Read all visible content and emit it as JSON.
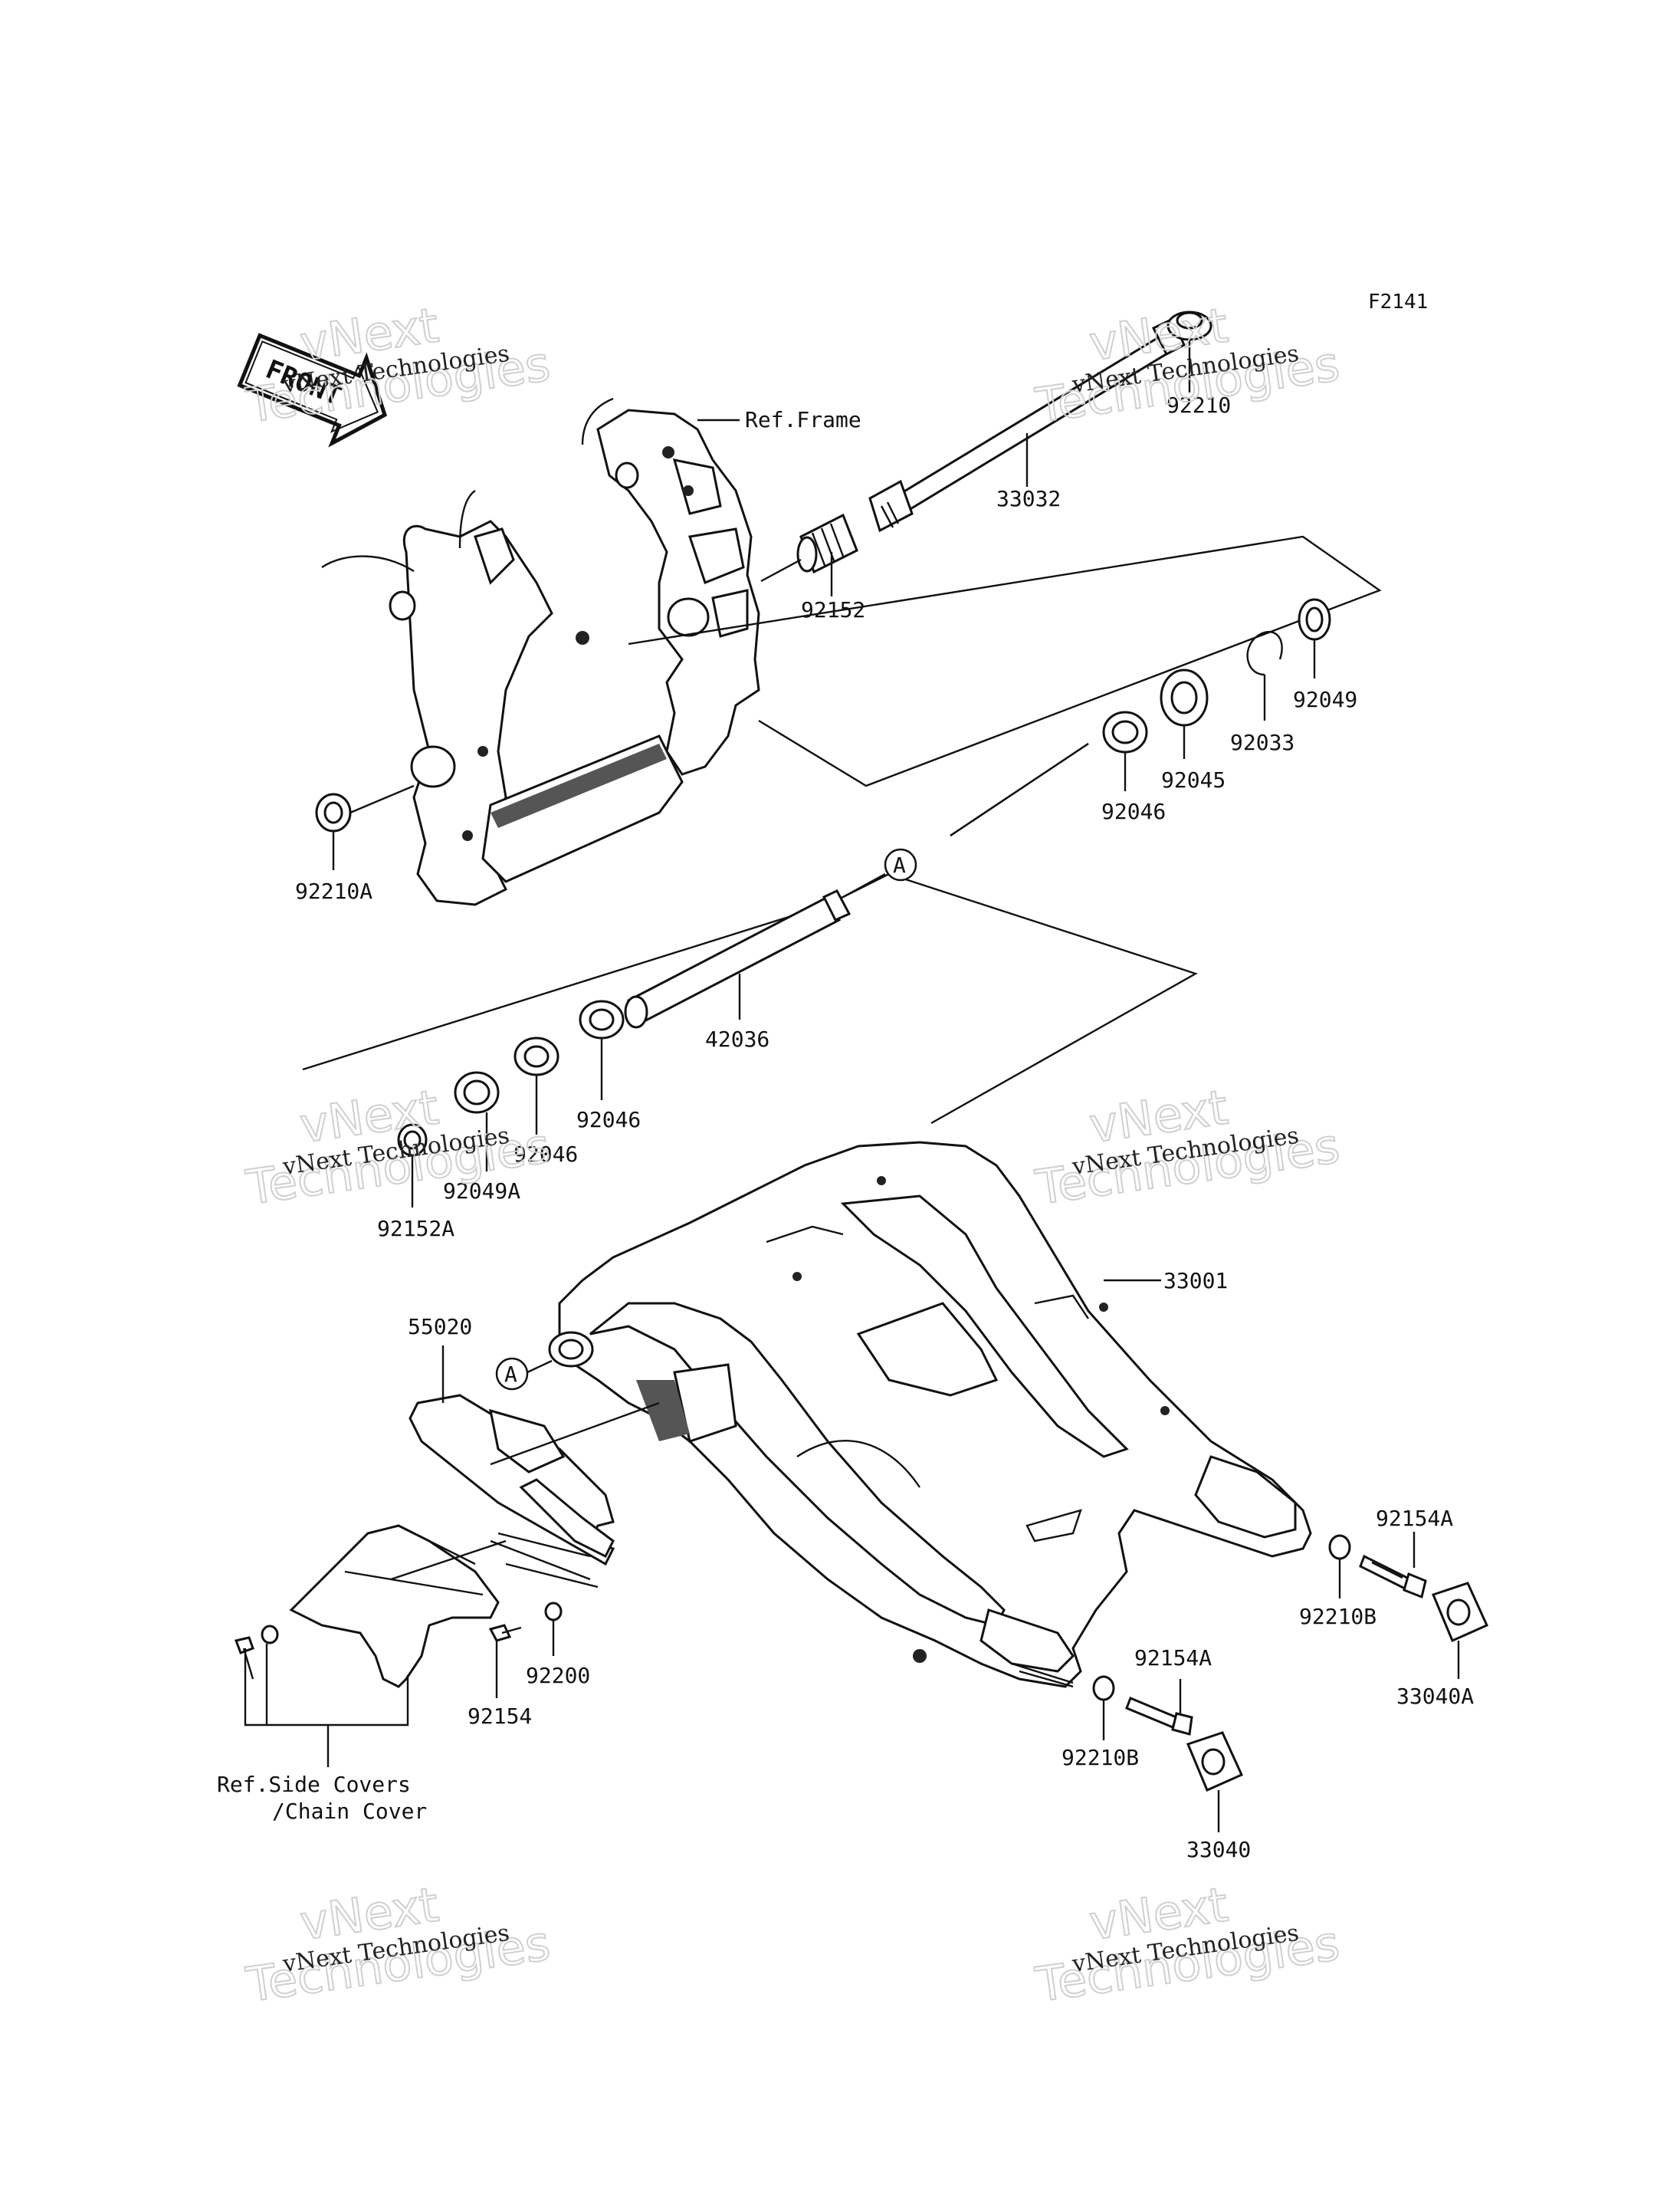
{
  "figure_code": "F2141",
  "front_badge": "FRONT",
  "refs": {
    "frame": "Ref.Frame",
    "side_covers_line1": "Ref.Side Covers",
    "side_covers_line2": "/Chain Cover"
  },
  "callout_marker": "A",
  "parts": [
    "92210",
    "33032",
    "92152",
    "92049",
    "92033",
    "92045",
    "92046",
    "92210A",
    "42036",
    "92046",
    "92046",
    "92049A",
    "92152A",
    "33001",
    "55020",
    "92154A",
    "92210B",
    "33040A",
    "92154",
    "92200",
    "92154A",
    "92210B",
    "33040"
  ],
  "watermark": {
    "line1": "vNext",
    "line2": "Technologies",
    "caption": "vNext Technologies"
  },
  "colors": {
    "ink": "#111111",
    "watermark": "#d0d0d0",
    "background": "#ffffff"
  }
}
